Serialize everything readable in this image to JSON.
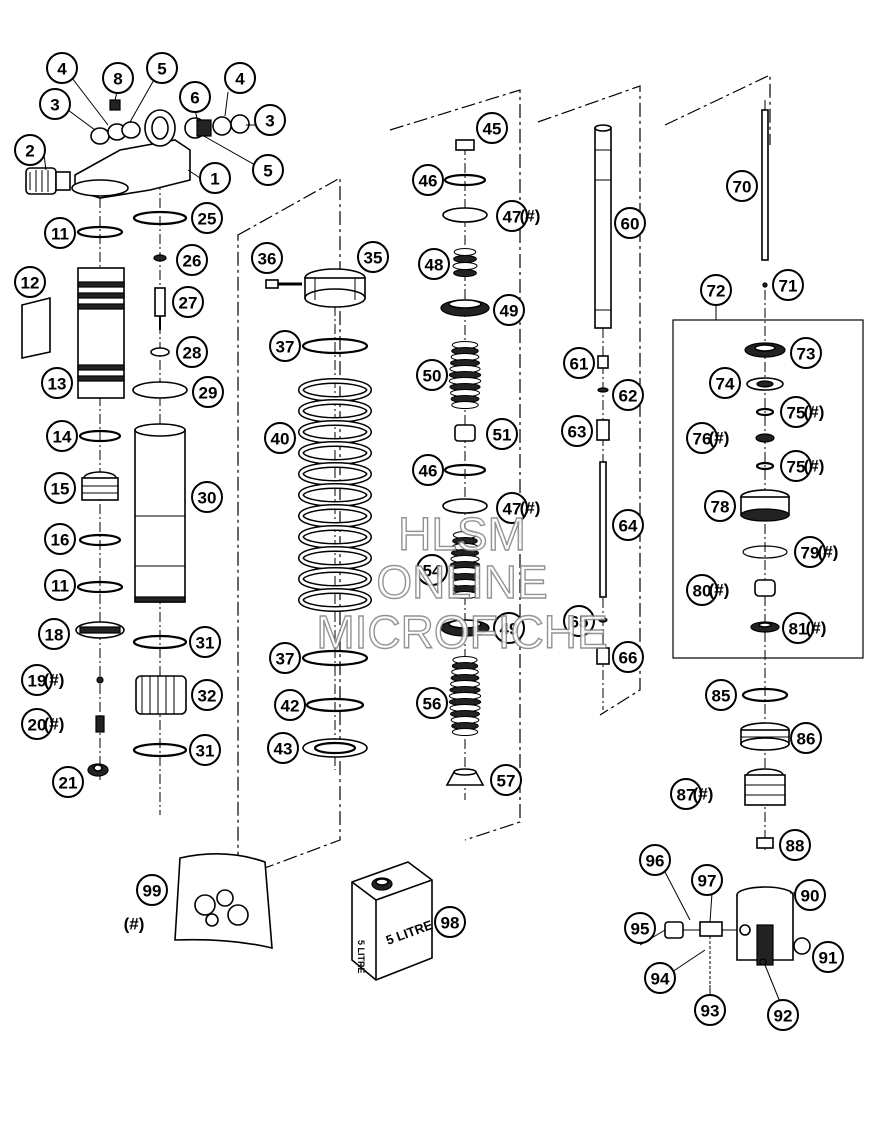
{
  "watermark": {
    "line1": "HLSM",
    "line2": "ONLINE",
    "line3": "MICROFICHE"
  },
  "container_label": "5 LITRE",
  "hash_mark": "(#)",
  "callouts": [
    {
      "id": "c1",
      "label": "1"
    },
    {
      "id": "c2",
      "label": "2"
    },
    {
      "id": "c3a",
      "label": "3"
    },
    {
      "id": "c3b",
      "label": "3"
    },
    {
      "id": "c4a",
      "label": "4"
    },
    {
      "id": "c4b",
      "label": "4"
    },
    {
      "id": "c5a",
      "label": "5"
    },
    {
      "id": "c5b",
      "label": "5"
    },
    {
      "id": "c6",
      "label": "6"
    },
    {
      "id": "c8",
      "label": "8"
    },
    {
      "id": "c11a",
      "label": "11"
    },
    {
      "id": "c11b",
      "label": "11"
    },
    {
      "id": "c12",
      "label": "12"
    },
    {
      "id": "c13",
      "label": "13"
    },
    {
      "id": "c14",
      "label": "14"
    },
    {
      "id": "c15",
      "label": "15"
    },
    {
      "id": "c16",
      "label": "16"
    },
    {
      "id": "c18",
      "label": "18"
    },
    {
      "id": "c19",
      "label": "19"
    },
    {
      "id": "c20",
      "label": "20"
    },
    {
      "id": "c21",
      "label": "21"
    },
    {
      "id": "c25",
      "label": "25"
    },
    {
      "id": "c26",
      "label": "26"
    },
    {
      "id": "c27",
      "label": "27"
    },
    {
      "id": "c28",
      "label": "28"
    },
    {
      "id": "c29",
      "label": "29"
    },
    {
      "id": "c30",
      "label": "30"
    },
    {
      "id": "c31a",
      "label": "31"
    },
    {
      "id": "c31b",
      "label": "31"
    },
    {
      "id": "c32",
      "label": "32"
    },
    {
      "id": "c35",
      "label": "35"
    },
    {
      "id": "c36",
      "label": "36"
    },
    {
      "id": "c37a",
      "label": "37"
    },
    {
      "id": "c37b",
      "label": "37"
    },
    {
      "id": "c40",
      "label": "40"
    },
    {
      "id": "c42",
      "label": "42"
    },
    {
      "id": "c43",
      "label": "43"
    },
    {
      "id": "c45",
      "label": "45"
    },
    {
      "id": "c46a",
      "label": "46"
    },
    {
      "id": "c46b",
      "label": "46"
    },
    {
      "id": "c47a",
      "label": "47"
    },
    {
      "id": "c47b",
      "label": "47"
    },
    {
      "id": "c48",
      "label": "48"
    },
    {
      "id": "c49a",
      "label": "49"
    },
    {
      "id": "c49b",
      "label": "49"
    },
    {
      "id": "c50",
      "label": "50"
    },
    {
      "id": "c51",
      "label": "51"
    },
    {
      "id": "c54",
      "label": "54"
    },
    {
      "id": "c56",
      "label": "56"
    },
    {
      "id": "c57",
      "label": "57"
    },
    {
      "id": "c60",
      "label": "60"
    },
    {
      "id": "c61",
      "label": "61"
    },
    {
      "id": "c62",
      "label": "62"
    },
    {
      "id": "c63",
      "label": "63"
    },
    {
      "id": "c64",
      "label": "64"
    },
    {
      "id": "c65",
      "label": "65"
    },
    {
      "id": "c66",
      "label": "66"
    },
    {
      "id": "c70",
      "label": "70"
    },
    {
      "id": "c71",
      "label": "71"
    },
    {
      "id": "c72",
      "label": "72"
    },
    {
      "id": "c73",
      "label": "73"
    },
    {
      "id": "c74",
      "label": "74"
    },
    {
      "id": "c75a",
      "label": "75"
    },
    {
      "id": "c75b",
      "label": "75"
    },
    {
      "id": "c76",
      "label": "76"
    },
    {
      "id": "c78",
      "label": "78"
    },
    {
      "id": "c79",
      "label": "79"
    },
    {
      "id": "c80",
      "label": "80"
    },
    {
      "id": "c81",
      "label": "81"
    },
    {
      "id": "c85",
      "label": "85"
    },
    {
      "id": "c86",
      "label": "86"
    },
    {
      "id": "c87",
      "label": "87"
    },
    {
      "id": "c88",
      "label": "88"
    },
    {
      "id": "c90",
      "label": "90"
    },
    {
      "id": "c91",
      "label": "91"
    },
    {
      "id": "c92",
      "label": "92"
    },
    {
      "id": "c93",
      "label": "93"
    },
    {
      "id": "c94",
      "label": "94"
    },
    {
      "id": "c95",
      "label": "95"
    },
    {
      "id": "c96",
      "label": "96"
    },
    {
      "id": "c97",
      "label": "97"
    },
    {
      "id": "c98",
      "label": "98"
    },
    {
      "id": "c99",
      "label": "99"
    }
  ]
}
